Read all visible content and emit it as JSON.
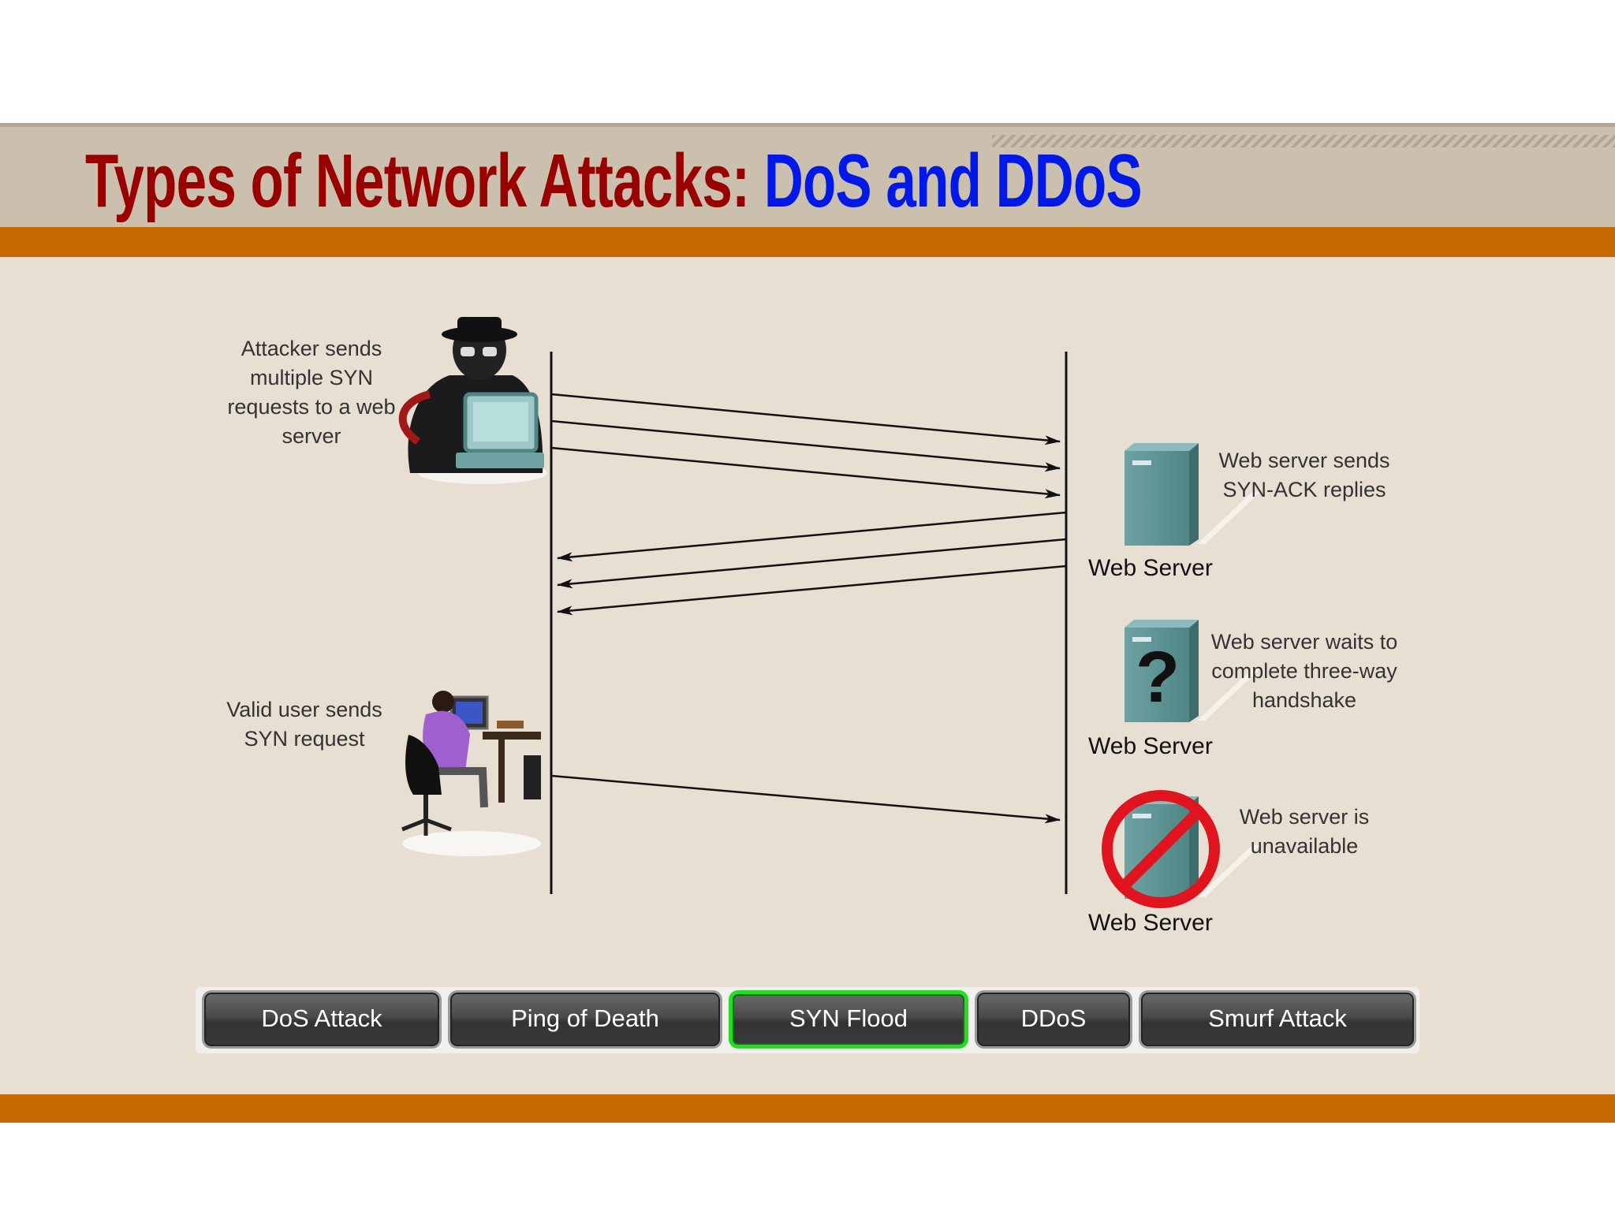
{
  "slide": {
    "title_part1": "Types of Network Attacks: ",
    "title_part2": "DoS and DDoS",
    "colors": {
      "title_red": "#990000",
      "title_blue": "#0018e8",
      "accent_orange": "#c96a00",
      "active_tab_border": "#22dd22"
    }
  },
  "diagram": {
    "attacker_note": "Attacker sends multiple SYN requests to a web server",
    "valid_user_note": "Valid user sends SYN request",
    "server_states": [
      {
        "label": "Web Server",
        "note": "Web server sends SYN-ACK replies",
        "icon": "server-icon"
      },
      {
        "label": "Web Server",
        "note": "Web server waits to complete three-way handshake",
        "icon": "server-question-icon"
      },
      {
        "label": "Web Server",
        "note": "Web server is unavailable",
        "icon": "server-blocked-icon"
      }
    ]
  },
  "tabs": [
    {
      "label": "DoS Attack",
      "active": false
    },
    {
      "label": "Ping of Death",
      "active": false
    },
    {
      "label": "SYN Flood",
      "active": true
    },
    {
      "label": "DDoS",
      "active": false
    },
    {
      "label": "Smurf Attack",
      "active": false
    }
  ]
}
